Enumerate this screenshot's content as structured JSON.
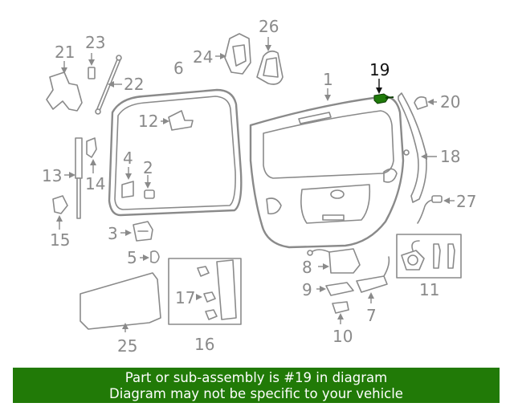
{
  "labels": {
    "p1": "1",
    "p2": "2",
    "p3": "3",
    "p4": "4",
    "p5": "5",
    "p6": "6",
    "p7": "7",
    "p8": "8",
    "p9": "9",
    "p10": "10",
    "p11": "11",
    "p12": "12",
    "p13": "13",
    "p14": "14",
    "p15": "15",
    "p16": "16",
    "p17": "17",
    "p18": "18",
    "p19": "19",
    "p20": "20",
    "p21": "21",
    "p22": "22",
    "p23": "23",
    "p24": "24",
    "p25": "25",
    "p26": "26",
    "p27": "27"
  },
  "highlight": {
    "part": "19",
    "color": "#1f7a0a"
  },
  "banner": {
    "line1": "Part or sub-assembly is #19 in diagram",
    "line2": "Diagram may not be specific to your vehicle",
    "color": "#217a07"
  }
}
